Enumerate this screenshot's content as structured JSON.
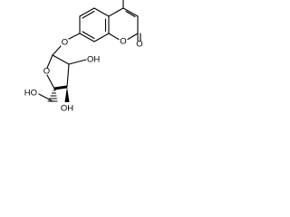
{
  "structure": {
    "atoms": {
      "ring_o": "O",
      "lactone_o": "O",
      "carbonyl_o": "O",
      "glycosidic_o": "O",
      "oh_c2": "OH",
      "oh_c3": "OH",
      "ho_c5": "HO"
    },
    "colors": {
      "bond": "#000000",
      "label": "#000000",
      "background": "#ffffff"
    }
  }
}
